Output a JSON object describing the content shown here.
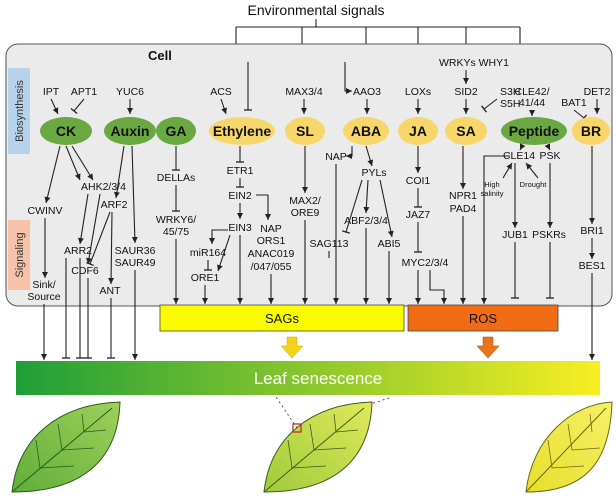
{
  "title": "Environmental signals",
  "cell_label": "Cell",
  "side_labels": {
    "biosynthesis": "Biosynthesis",
    "signaling": "Signaling"
  },
  "biosynthesis": {
    "ipt": "IPT",
    "apt1": "APT1",
    "yuc6": "YUC6",
    "acs": "ACS",
    "max34": "MAX3/4",
    "aao3": "AAO3",
    "loxs": "LOXs",
    "wrkys_why1": "WRKYs WHY1",
    "sid2": "SID2",
    "s3h": "S3H",
    "s5h": "S5H",
    "cle42": "CLE42/",
    "cle42b": "41/44",
    "det2": "DET2",
    "bat1": "BAT1"
  },
  "hormones": {
    "ck": "CK",
    "auxin": "Auxin",
    "ga": "GA",
    "ethylene": "Ethylene",
    "sl": "SL",
    "aba": "ABA",
    "ja": "JA",
    "sa": "SA",
    "peptide": "Peptide",
    "br": "BR"
  },
  "signaling": {
    "ahk": "AHK2/3/4",
    "cwinv": "CWINV",
    "arr2": "ARR2",
    "arf2": "ARF2",
    "saur36": "SAUR36",
    "saur49": "SAUR49",
    "cdf6": "CDF6",
    "ant": "ANT",
    "sink": "Sink/",
    "source": "Source",
    "dellas": "DELLAs",
    "wrky6": "WRKY6/",
    "wrky6b": "45/75",
    "etr1": "ETR1",
    "ein2": "EIN2",
    "ein3": "EIN3",
    "mir164": "miR164",
    "ore1": "ORE1",
    "nap_eth": "NAP",
    "ors1": "ORS1",
    "anac019": "ANAC019",
    "anac047": "/047/055",
    "max2": "MAX2/",
    "ore9": "ORE9",
    "nap_aba": "NAP",
    "pyls": "PYLs",
    "abf": "ABF2/3/4",
    "sag113": "SAG113",
    "abi5": "ABI5",
    "coi1": "COI1",
    "jaz7": "JAZ7",
    "myc": "MYC2/3/4",
    "npr1": "NPR1",
    "pad4": "PAD4",
    "cle14": "CLE14",
    "psk": "PSK",
    "high": "High",
    "salinity": "salinity",
    "drought": "Drought",
    "jub1": "JUB1",
    "pskrs": "PSKRs",
    "bri1": "BRI1",
    "bes1": "BES1"
  },
  "outputs": {
    "sags": "SAGs",
    "ros": "ROS"
  },
  "senescence_label": "Leaf senescence",
  "colors": {
    "green_hormone": "#6aa842",
    "yellow_hormone": "#f7d76a",
    "sags_fill": "#fbfb00",
    "ros_fill": "#f06b12",
    "bio_tab": "#b7d3ec",
    "sig_tab": "#f6c3a8",
    "gradient_start": "#1e9e38",
    "gradient_end": "#f7ef22",
    "down_arrow_yellow": "#f4d21a",
    "down_arrow_orange": "#e8731a"
  }
}
